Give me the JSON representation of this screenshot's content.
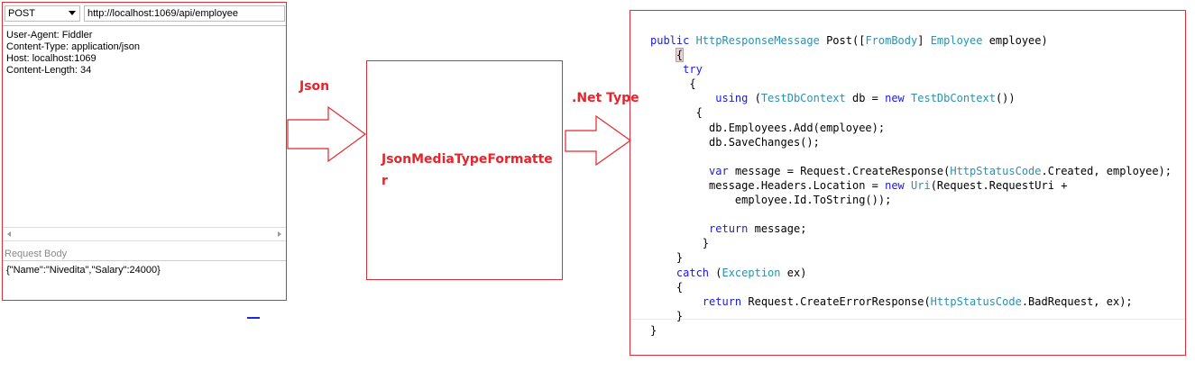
{
  "fiddler": {
    "method": "POST",
    "url": "http://localhost:1069/api/employee",
    "headers": [
      "User-Agent: Fiddler",
      "Content-Type: application/json",
      "Host: localhost:1069",
      "Content-Length: 34"
    ],
    "request_body_label": "Request Body",
    "request_body": "{\"Name\":\"Nivedita\",\"Salary\":24000}"
  },
  "labels": {
    "json": "Json",
    "net_type": ".Net Type",
    "formatter": "JsonMediaTypeFormatter"
  },
  "colors": {
    "accent_red": "#e5242b",
    "keyword_blue": "#1a1ae0",
    "type_teal": "#2b91af"
  },
  "code": [
    [
      {
        "t": "public ",
        "c": "kw"
      },
      {
        "t": "HttpResponseMessage",
        "c": "ty"
      },
      {
        "t": " Post([",
        "c": ""
      },
      {
        "t": "FromBody",
        "c": "ty"
      },
      {
        "t": "] ",
        "c": ""
      },
      {
        "t": "Employee",
        "c": "ty"
      },
      {
        "t": " employee)",
        "c": ""
      }
    ],
    [
      {
        "t": "    ",
        "c": ""
      },
      {
        "t": "{",
        "c": "bh"
      }
    ],
    [
      {
        "t": "     ",
        "c": ""
      },
      {
        "t": "try",
        "c": "kw"
      }
    ],
    [
      {
        "t": "      {",
        "c": ""
      }
    ],
    [
      {
        "t": "          ",
        "c": ""
      },
      {
        "t": "using",
        "c": "kw"
      },
      {
        "t": " (",
        "c": ""
      },
      {
        "t": "TestDbContext",
        "c": "ty"
      },
      {
        "t": " db = ",
        "c": ""
      },
      {
        "t": "new",
        "c": "kw"
      },
      {
        "t": " ",
        "c": ""
      },
      {
        "t": "TestDbContext",
        "c": "ty"
      },
      {
        "t": "())",
        "c": ""
      }
    ],
    [
      {
        "t": "       {",
        "c": ""
      }
    ],
    [
      {
        "t": "         db.Employees.Add(employee);",
        "c": ""
      }
    ],
    [
      {
        "t": "         db.SaveChanges();",
        "c": ""
      }
    ],
    [
      {
        "t": "",
        "c": ""
      }
    ],
    [
      {
        "t": "         ",
        "c": ""
      },
      {
        "t": "var",
        "c": "kw"
      },
      {
        "t": " message = Request.CreateResponse(",
        "c": ""
      },
      {
        "t": "HttpStatusCode",
        "c": "ty"
      },
      {
        "t": ".Created, employee);",
        "c": ""
      }
    ],
    [
      {
        "t": "         message.Headers.Location = ",
        "c": ""
      },
      {
        "t": "new",
        "c": "kw"
      },
      {
        "t": " ",
        "c": ""
      },
      {
        "t": "Uri",
        "c": "ty"
      },
      {
        "t": "(Request.RequestUri +",
        "c": ""
      }
    ],
    [
      {
        "t": "             employee.Id.ToString());",
        "c": ""
      }
    ],
    [
      {
        "t": "",
        "c": ""
      }
    ],
    [
      {
        "t": "         ",
        "c": ""
      },
      {
        "t": "return",
        "c": "kw"
      },
      {
        "t": " message;",
        "c": ""
      }
    ],
    [
      {
        "t": "        }",
        "c": ""
      }
    ],
    [
      {
        "t": "    }",
        "c": ""
      }
    ],
    [
      {
        "t": "    ",
        "c": ""
      },
      {
        "t": "catch",
        "c": "kw"
      },
      {
        "t": " (",
        "c": ""
      },
      {
        "t": "Exception",
        "c": "ty"
      },
      {
        "t": " ex)",
        "c": ""
      }
    ],
    [
      {
        "t": "    {",
        "c": ""
      }
    ],
    [
      {
        "t": "        ",
        "c": ""
      },
      {
        "t": "return",
        "c": "kw"
      },
      {
        "t": " Request.CreateErrorResponse(",
        "c": ""
      },
      {
        "t": "HttpStatusCode",
        "c": "ty"
      },
      {
        "t": ".BadRequest, ex);",
        "c": ""
      }
    ],
    [
      {
        "t": "    }",
        "c": ""
      }
    ],
    [
      {
        "t": "}",
        "c": ""
      }
    ]
  ]
}
